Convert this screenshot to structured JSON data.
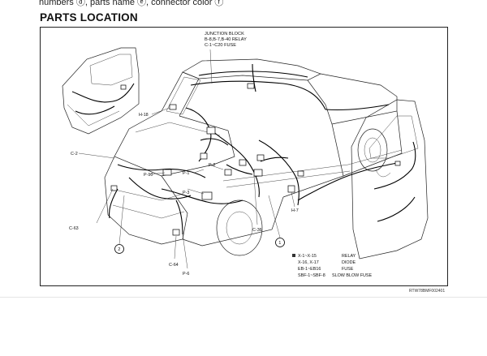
{
  "page": {
    "top_strip_text": "numbers ⓓ, parts name ⓔ, connector color ⓕ",
    "title": "PARTS LOCATION",
    "reference_code": "RTW78BMF002401"
  },
  "diagram": {
    "junction_block": {
      "line1": "JUNCTION BLOCK",
      "line2": "B-8,B-7,B-40 RELAY",
      "line3": "C-1~C20 FUSE"
    },
    "connector_labels": {
      "h18": "H-18",
      "c2": "C-2",
      "p10": "P-10",
      "p1": "P-1",
      "p2": "P-2",
      "p3": "P-3",
      "c63": "C-63",
      "c64": "C-64",
      "p6": "P-6",
      "c36": "C-36",
      "h7": "H-7"
    },
    "callouts": {
      "one": "1",
      "two": "2"
    },
    "legend": {
      "items": [
        {
          "code": "X-1~X-15",
          "desc": "RELAY"
        },
        {
          "code": "X-16, X-17",
          "desc": "DIODE"
        },
        {
          "code": "EB-1~EB16",
          "desc": "FUSE"
        },
        {
          "code": "SBF-1~SBF-8",
          "desc": "SLOW BLOW FUSE"
        }
      ]
    }
  }
}
